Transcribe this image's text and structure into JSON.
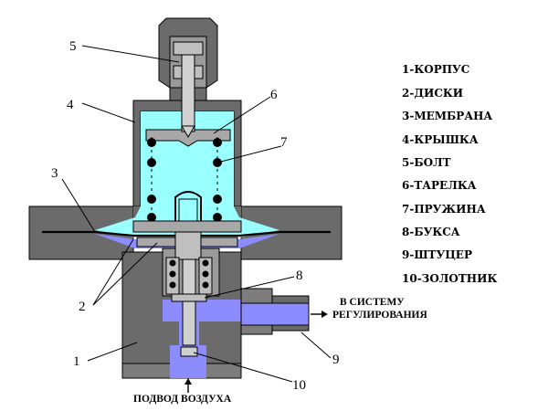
{
  "legend": {
    "items": [
      "1-КОРПУС",
      "2-ДИСКИ",
      "3-МЕМБРАНА",
      "4-КРЫШКА",
      "5-БОЛТ",
      "6-ТАРЕЛКА",
      "7-ПРУЖИНА",
      "8-БУКСА",
      "9-ШТУЦЕР",
      "10-ЗОЛОТНИК"
    ]
  },
  "callouts": {
    "n1": "1",
    "n2": "2",
    "n3": "3",
    "n4": "4",
    "n5": "5",
    "n6": "6",
    "n7": "7",
    "n8": "8",
    "n9": "9",
    "n10": "10"
  },
  "annotations": {
    "outlet_line1": "В СИСТЕМУ",
    "outlet_line2": "РЕГУЛИРОВАНИЯ",
    "inlet": "ПОДВОД ВОЗДУХА"
  },
  "colors": {
    "body": "#6b6b6b",
    "cavity_upper": "#99ffff",
    "cavity_lower": "#8c8cff",
    "membrane": "#000000"
  }
}
